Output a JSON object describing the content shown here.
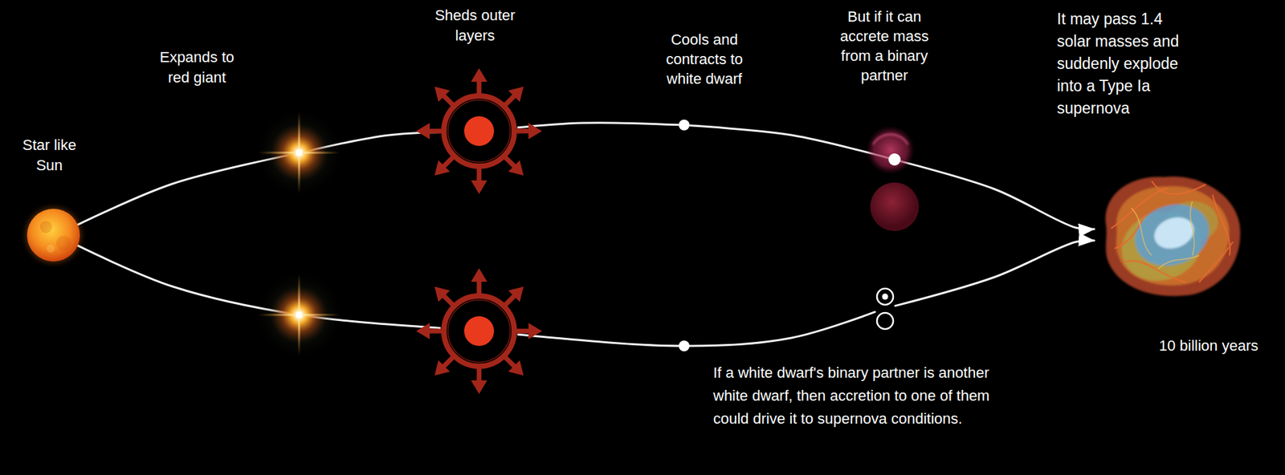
{
  "diagram": {
    "nodes": [
      {
        "text": [
          "Star like Sun"
        ]
      },
      {
        "text": [
          "Expands to red giant"
        ]
      },
      {
        "text": [
          "Sheds outer layers"
        ]
      },
      {
        "text": [
          "Cools and contracts to white dwarf"
        ]
      },
      {
        "text": [
          "But if it can accrete mass from a binary partner"
        ]
      },
      {
        "text": [
          "It may pass 1.4 solar masses and suddenly explode into a Type Ia supernova",
          "10 billion years"
        ]
      },
      {
        "text": [
          "If a white dwarf's binary partner is another white dwarf, then accretion to one of them could drive it to supernova conditions."
        ]
      }
    ],
    "edges": [
      {
        "from": 0,
        "to": 1,
        "arrow": "none"
      },
      {
        "from": 1,
        "to": 2,
        "arrow": "none"
      },
      {
        "from": 2,
        "to": 3,
        "arrow": "none"
      },
      {
        "from": 3,
        "to": 4,
        "arrow": "none"
      },
      {
        "from": 4,
        "to": 5,
        "arrow": "to"
      },
      {
        "from": 0,
        "to": 6,
        "arrow": "none"
      },
      {
        "from": 6,
        "to": 5,
        "arrow": "to"
      }
    ]
  }
}
